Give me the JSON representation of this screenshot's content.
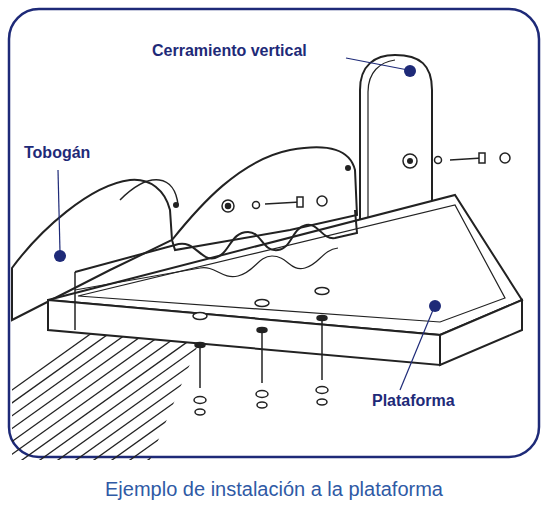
{
  "diagram": {
    "caption": "Ejemplo de instalación a la plataforma",
    "labels": [
      "Cerramiento vertical",
      "Tobogán",
      "Plataforma"
    ]
  }
}
